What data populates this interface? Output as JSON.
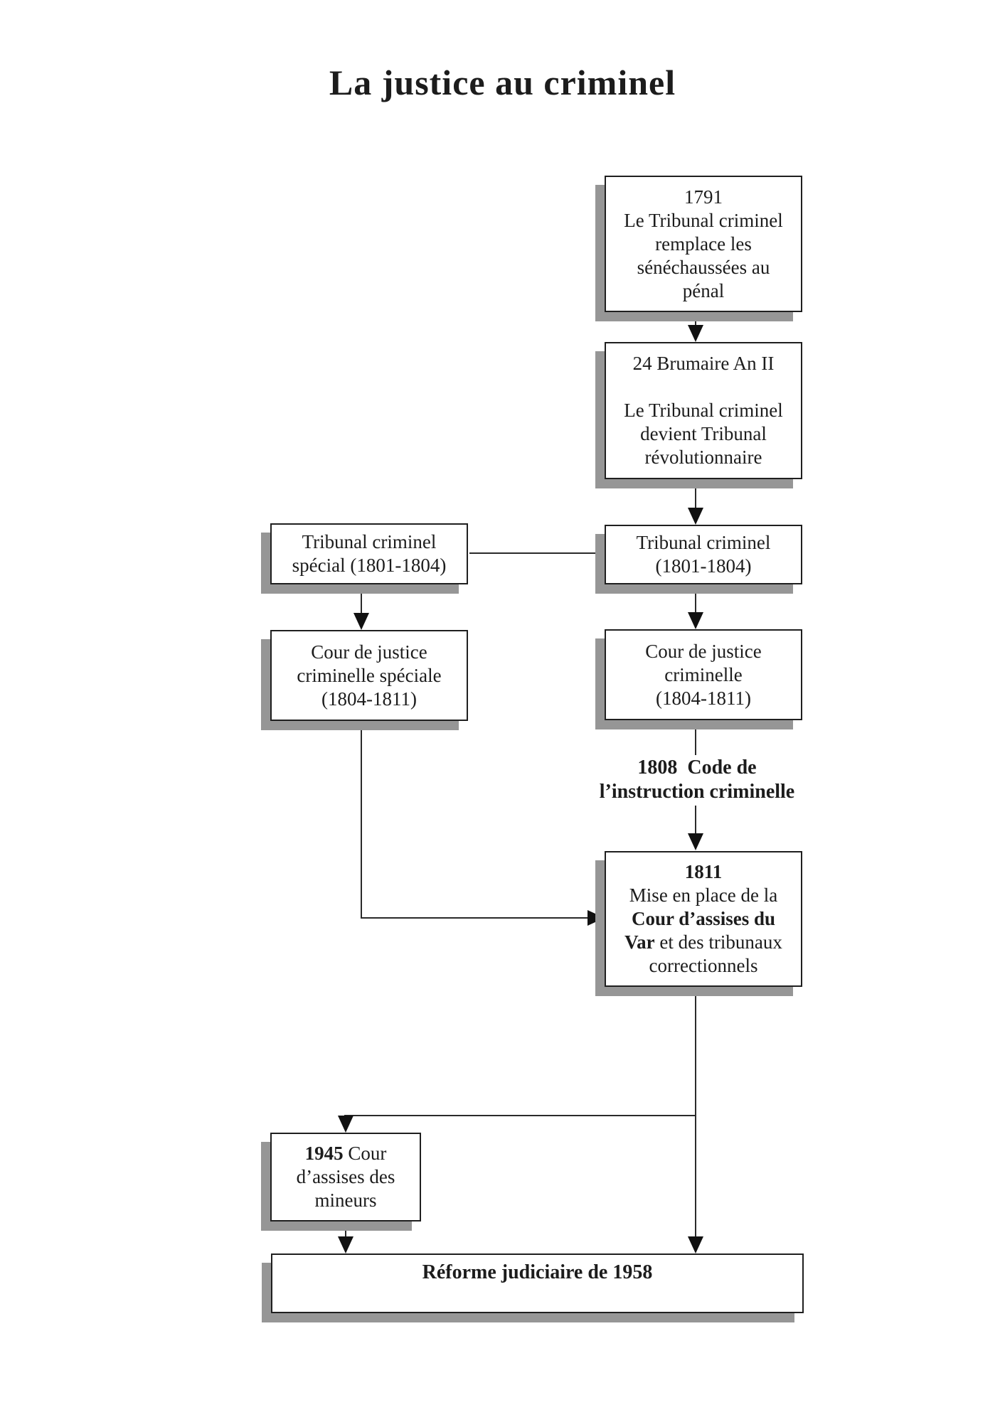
{
  "title": "La justice au criminel",
  "colors": {
    "background": "#ffffff",
    "box_border": "#1f1f1f",
    "box_shadow": "#969696",
    "connector": "#2a2a2a",
    "text": "#1c1c1c"
  },
  "boxes": {
    "b1791": {
      "l1": "1791",
      "l2": "Le Tribunal criminel",
      "l3": "remplace les",
      "l4": "sénéchaussées au",
      "l5": "pénal"
    },
    "brumaire": {
      "l1": "24 Brumaire An II",
      "l2": "",
      "l3": "Le Tribunal criminel",
      "l4": "devient Tribunal",
      "l5": "révolutionnaire"
    },
    "trib_criminel": {
      "l1": "Tribunal criminel",
      "l2": "(1801-1804)"
    },
    "trib_special": {
      "l1": "Tribunal criminel",
      "l2": "spécial (1801-1804)"
    },
    "cour_criminelle": {
      "l1": "Cour de justice",
      "l2": "criminelle",
      "l3": "(1804-1811)"
    },
    "cour_speciale": {
      "l1": "Cour de justice",
      "l2": "criminelle spéciale",
      "l3": "(1804-1811)"
    },
    "b1811": {
      "l1": "1811",
      "l2": "Mise en place de la",
      "l3": "Cour d’assises du",
      "l4_bold": "Var",
      "l4_rest": " et des tribunaux",
      "l5": "correctionnels"
    },
    "mineurs": {
      "l1_bold": "1945",
      "l1_rest": " Cour",
      "l2": "d’assises des",
      "l3": "mineurs"
    },
    "reforme": {
      "l1": "Réforme judiciaire de 1958"
    }
  },
  "labels": {
    "code1808": {
      "l1": "1808  Code de",
      "l2": "l’instruction criminelle"
    }
  }
}
